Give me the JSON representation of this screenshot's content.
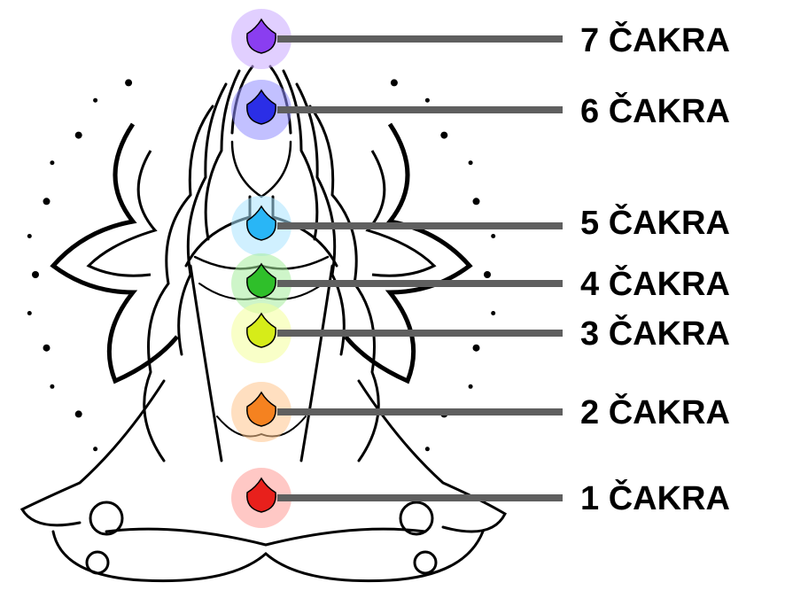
{
  "chakras": [
    {
      "label": "7 ČAKRA",
      "color": "#8a3ef0",
      "glow": "#c9a8ff"
    },
    {
      "label": "6 ČAKRA",
      "color": "#2b2ee6",
      "glow": "#8f8cff"
    },
    {
      "label": "5 ČAKRA",
      "color": "#29b6f6",
      "glow": "#a9e3ff"
    },
    {
      "label": "4 ČAKRA",
      "color": "#2fbf2a",
      "glow": "#a6ec9d"
    },
    {
      "label": "3 ČAKRA",
      "color": "#d6ec19",
      "glow": "#f4ff9a"
    },
    {
      "label": "2 ČAKRA",
      "color": "#f58220",
      "glow": "#ffc58d"
    },
    {
      "label": "1 ČAKRA",
      "color": "#e8201c",
      "glow": "#ff9a96"
    }
  ],
  "colors": {
    "line": "#5f5f5f",
    "ink": "#000000"
  }
}
